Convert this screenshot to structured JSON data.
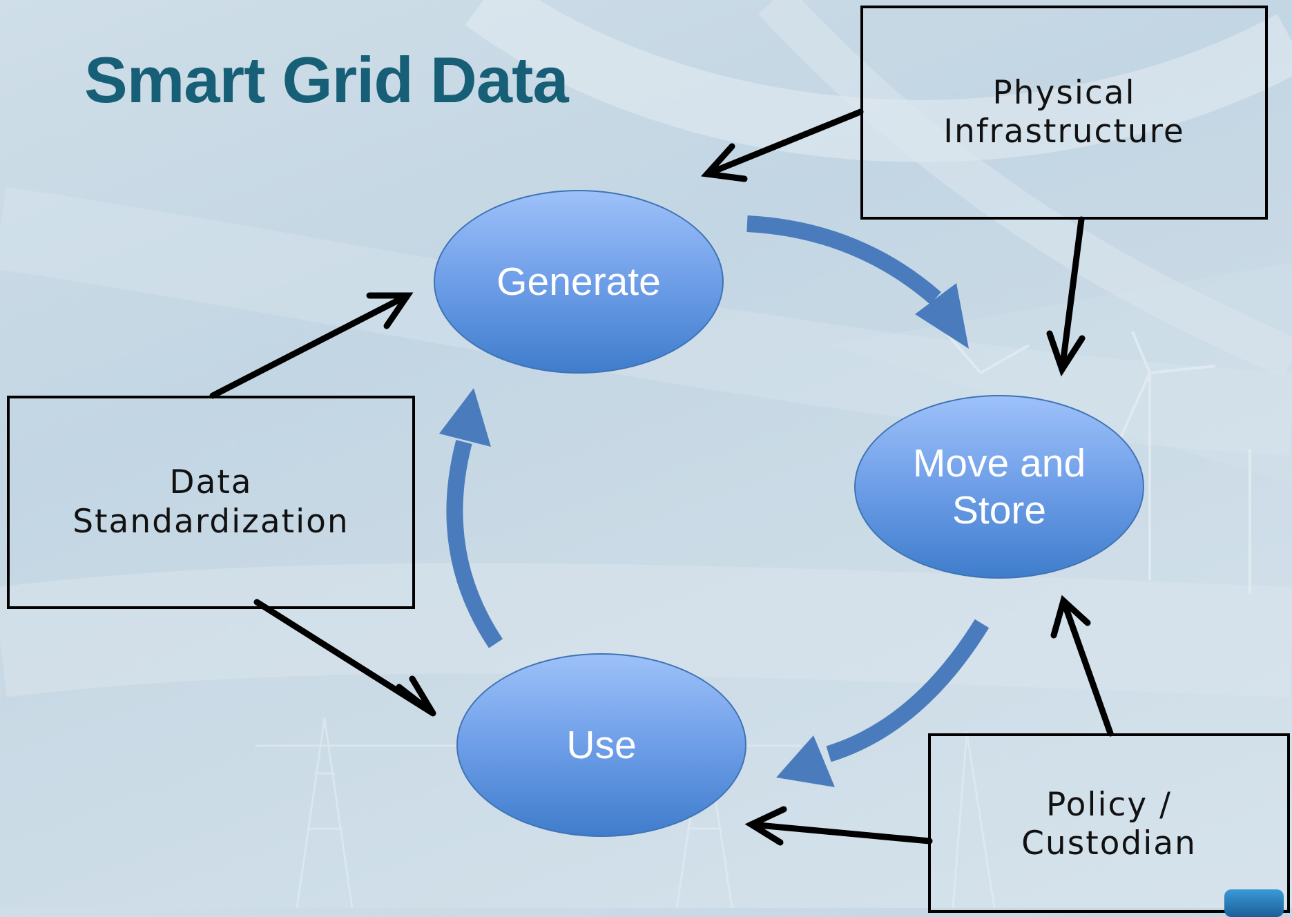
{
  "title": "Smart Grid Data",
  "nodes": {
    "generate": "Generate",
    "move_store": [
      "Move and",
      "Store"
    ],
    "use": "Use"
  },
  "boxes": {
    "physical_infrastructure": [
      "Physical",
      "Infrastructure"
    ],
    "data_standardization": [
      "Data",
      "Standardization"
    ],
    "policy_custodian": [
      "Policy /",
      "Custodian"
    ]
  },
  "colors": {
    "title": "#175f77",
    "ellipse_top": "#9dc1f9",
    "ellipse_bottom": "#3f7dcc",
    "cycle_arrow": "#4a7cbd",
    "connector_arrow": "#000000"
  }
}
